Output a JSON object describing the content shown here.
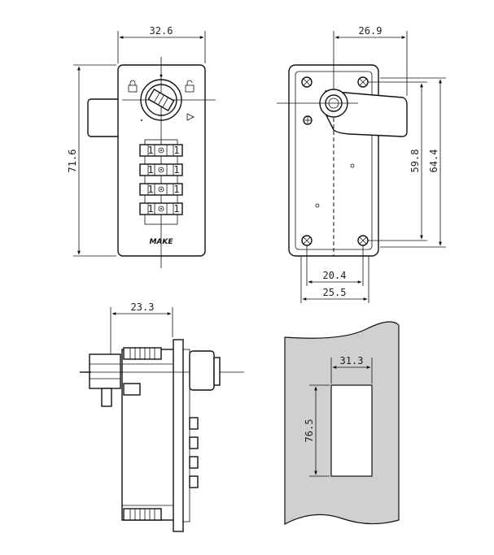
{
  "front_view": {
    "width_label": "32.6",
    "height_label": "71.6",
    "brand_label": "MAKE",
    "digit_label": "1"
  },
  "back_view": {
    "width_label": "26.9",
    "hole_spacing_v_label": "59.8",
    "height_label": "64.4",
    "hole_spacing_h_label": "20.4",
    "inner_width_label": "25.5"
  },
  "side_view": {
    "depth_label": "23.3"
  },
  "cutout_view": {
    "width_label": "31.3",
    "height_label": "76.5"
  }
}
